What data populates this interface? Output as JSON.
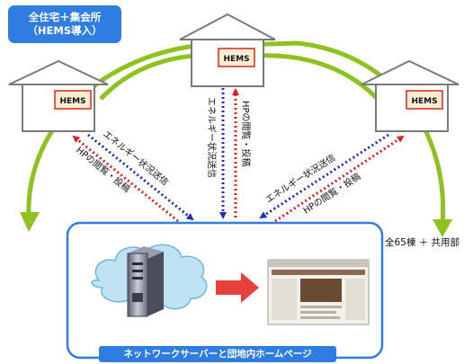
{
  "title": {
    "line1": "全住宅＋集会所",
    "line2": "（HEMS導入）"
  },
  "houses": [
    {
      "badge": "HEMS"
    },
    {
      "badge": "HEMS"
    },
    {
      "badge": "HEMS"
    }
  ],
  "arrows": {
    "send_label": "エネルギー状況送信",
    "view_label": "HPの閲覧・投稿"
  },
  "platform_label": "全65棟 ＋ 共用部",
  "caption": "ネットワークサーバーと団地内ホームページ",
  "colors": {
    "accent_blue": "#2f7de0",
    "send_arrow": "#1b2fbf",
    "view_arrow": "#e0201b",
    "curve_green": "#8dc21f",
    "badge_red": "#d9261c",
    "badge_fill": "#fbeed4"
  }
}
